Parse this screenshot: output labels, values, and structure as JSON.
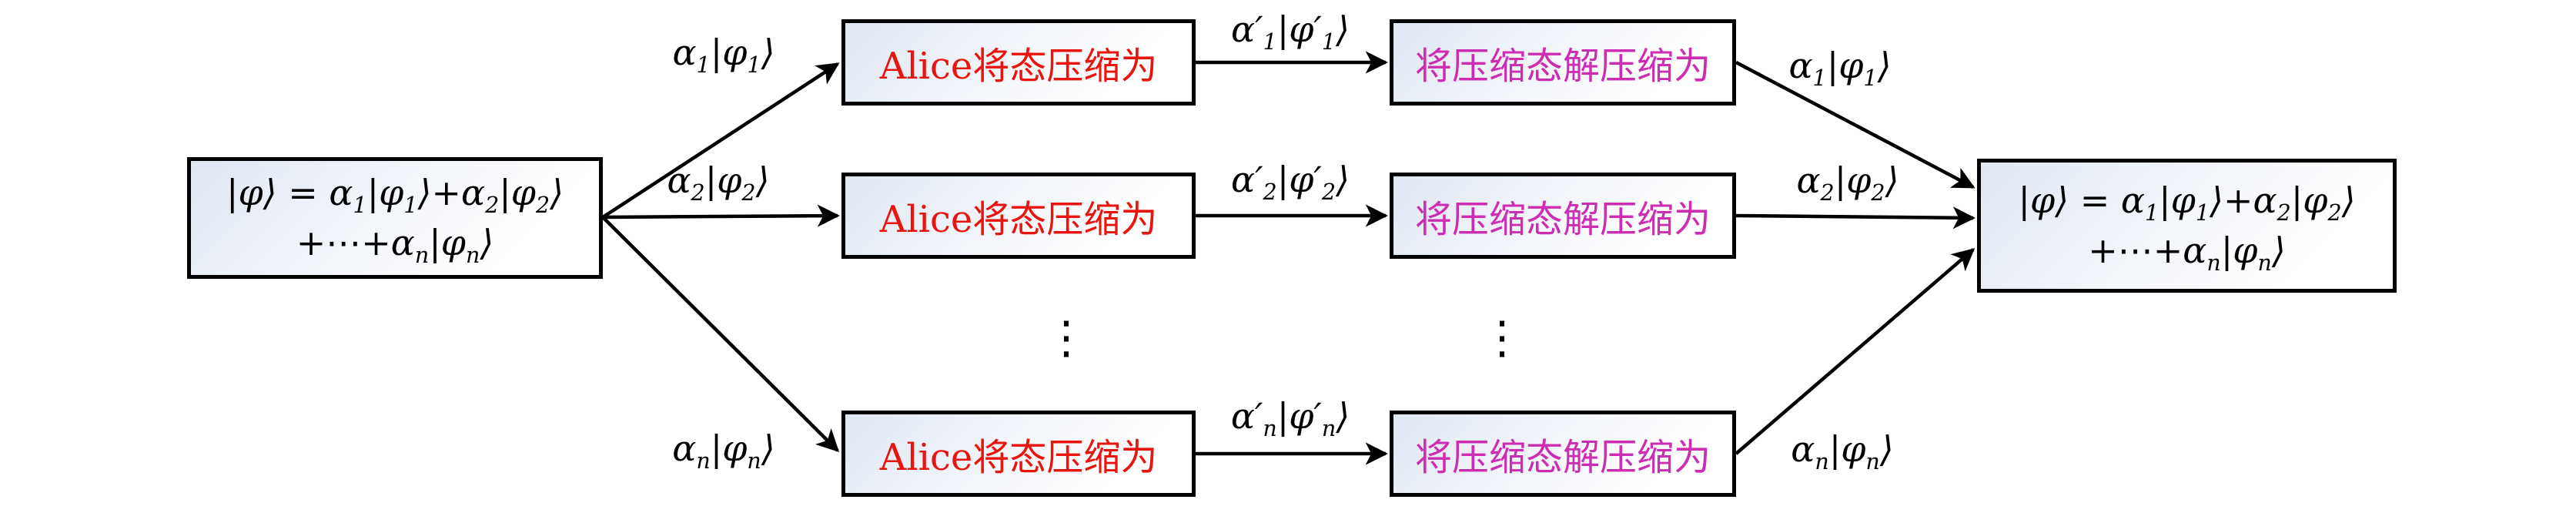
{
  "diagram": {
    "initial_state": {
      "line1": "|φ⟩ = α_{1}|φ_{1}⟩+α_{2}|φ_{2}⟩",
      "line2": "+⋯+α_{n}|φ_{n}⟩"
    },
    "final_state": {
      "line1": "|φ⟩ = α_{1}|φ_{1}⟩+α_{2}|φ_{2}⟩",
      "line2": "+⋯+α_{n}|φ_{n}⟩"
    },
    "compress_box_label": "Alice将态压缩为",
    "decompress_box_label": "将压缩态解压缩为",
    "rows": [
      {
        "input_label": "α_{1}|φ_{1}⟩",
        "compressed_label": "α′_{1}|φ′_{1}⟩",
        "output_label": "α_{1}|φ_{1}⟩"
      },
      {
        "input_label": "α_{2}|φ_{2}⟩",
        "compressed_label": "α′_{2}|φ′_{2}⟩",
        "output_label": "α_{2}|φ_{2}⟩"
      },
      {
        "input_label": "α_{n}|φ_{n}⟩",
        "compressed_label": "α′_{n}|φ′_{n}⟩",
        "output_label": "α_{n}|φ_{n}⟩"
      }
    ],
    "vdots": "⋮",
    "colors": {
      "compress_text": "#e8150f",
      "decompress_text": "#cc2db2",
      "box_border": "#000000",
      "arrow": "#000000",
      "box_fill_top_left": "#dfe7f3",
      "box_fill_bottom_right": "#ffffff"
    }
  }
}
